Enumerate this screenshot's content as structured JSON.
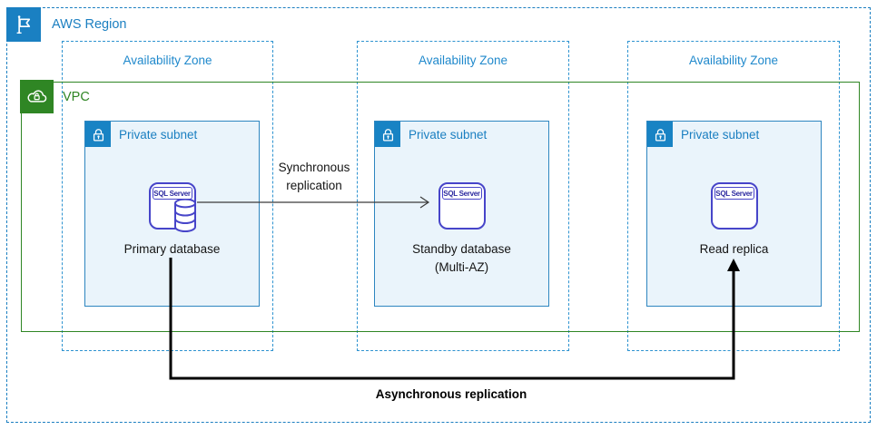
{
  "diagram": {
    "region": {
      "label": "AWS Region"
    },
    "vpc": {
      "label": "VPC"
    },
    "availability_zones": [
      {
        "label": "Availability Zone"
      },
      {
        "label": "Availability Zone"
      },
      {
        "label": "Availability Zone"
      }
    ],
    "subnets": [
      {
        "label": "Private subnet",
        "service": "SQL Server",
        "caption": "Primary database"
      },
      {
        "label": "Private subnet",
        "service": "SQL Server",
        "caption": "Standby database",
        "caption2": "(Multi-AZ)"
      },
      {
        "label": "Private subnet",
        "service": "SQL Server",
        "caption": "Read replica"
      }
    ],
    "connections": [
      {
        "label_line1": "Synchronous",
        "label_line2": "replication",
        "from": "Primary database",
        "to": "Standby database (Multi-AZ)",
        "style": "thin-arrow"
      },
      {
        "label": "Asynchronous replication",
        "from": "Primary database",
        "to": "Read replica",
        "style": "thick-arrow"
      }
    ],
    "icons": {
      "flag-icon": "white flag on blue square (AWS Region)",
      "cloud-lock-icon": "white cloud with lock on green square (VPC)",
      "lock-icon": "white padlock on blue square (private subnet)",
      "database-cylinder-icon": "stacked database cylinder on SQL Server icon"
    },
    "colors": {
      "region_blue": "#1b7fc1",
      "az_blue": "#2089cc",
      "subnet_fill": "#eaf4fb",
      "subnet_border": "#2e86c0",
      "subnet_header_blue": "#1883c4",
      "vpc_green": "#2f8624",
      "sql_border_purple": "#4745c9",
      "sql_text_navy": "#2d2ba0",
      "sync_arrow_gray": "#3a3a3a",
      "async_arrow_black": "#000000"
    }
  }
}
